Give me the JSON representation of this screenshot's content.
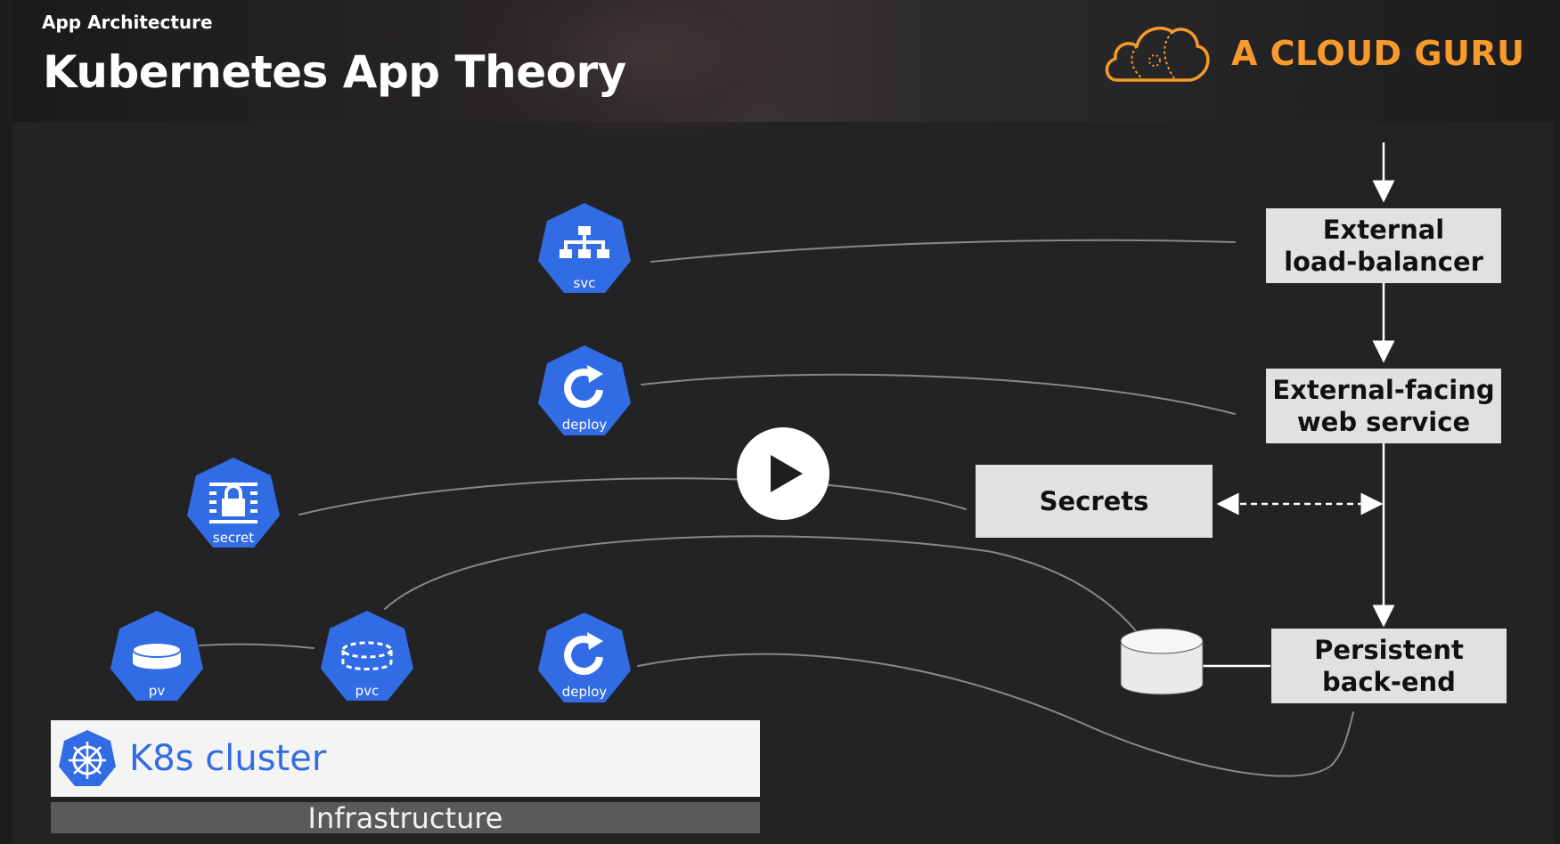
{
  "header": {
    "breadcrumb": "App Architecture",
    "title": "Kubernetes App Theory"
  },
  "brand": {
    "name": "A CLOUD GURU",
    "logo_icon": "cloud-logo-icon",
    "color": "#f79a2b"
  },
  "diagram": {
    "boxes": [
      {
        "id": "external-load-balancer",
        "label": "External\nload-balancer"
      },
      {
        "id": "external-facing-web-service",
        "label": "External-facing\nweb service"
      },
      {
        "id": "secrets",
        "label": "Secrets"
      },
      {
        "id": "persistent-back-end",
        "label": "Persistent\nback-end"
      }
    ],
    "k8s_objects": [
      {
        "id": "svc",
        "label": "svc",
        "icon": "service-icon"
      },
      {
        "id": "deploy-web",
        "label": "deploy",
        "icon": "deployment-icon"
      },
      {
        "id": "secret",
        "label": "secret",
        "icon": "secret-icon"
      },
      {
        "id": "pv",
        "label": "pv",
        "icon": "persistent-volume-icon"
      },
      {
        "id": "pvc",
        "label": "pvc",
        "icon": "persistent-volume-claim-icon"
      },
      {
        "id": "deploy-backend",
        "label": "deploy",
        "icon": "deployment-icon"
      }
    ],
    "database_icon": "database-icon"
  },
  "cluster": {
    "label": "K8s cluster",
    "icon": "kubernetes-wheel-icon"
  },
  "infrastructure": {
    "label": "Infrastructure"
  },
  "player": {
    "play_icon": "play-icon"
  },
  "colors": {
    "background": "#232325",
    "k8s_blue": "#326ce5",
    "box_fill": "#e1e1e1",
    "accent": "#f79a2b"
  }
}
